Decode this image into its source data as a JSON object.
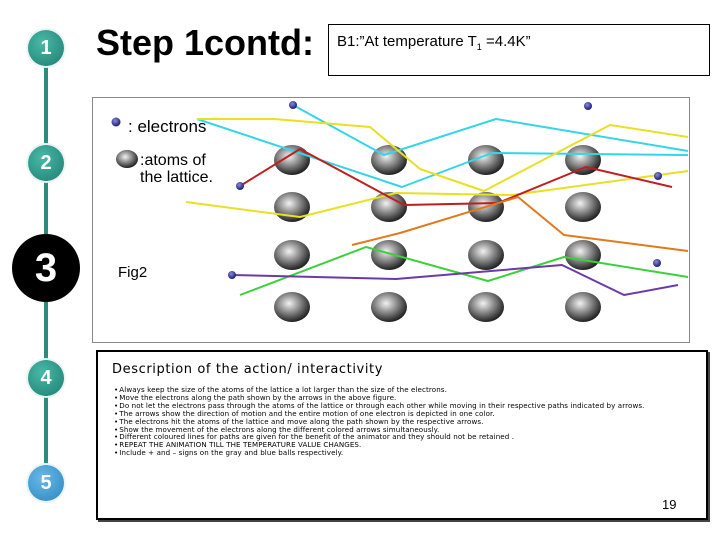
{
  "steps": [
    {
      "label": "1"
    },
    {
      "label": "2"
    },
    {
      "label": "3"
    },
    {
      "label": "4"
    },
    {
      "label": "5"
    }
  ],
  "header": {
    "title": "Step 1contd:",
    "subtitle_pre": "B1:”At temperature T",
    "subtitle_sub": "1",
    "subtitle_post": " =4.4K”"
  },
  "figure": {
    "legend_electrons": ": electrons",
    "legend_atoms": ":atoms of the lattice.",
    "label": "Fig2",
    "arrow_colors": {
      "cyan": "#33d6e8",
      "yellow": "#e8e020",
      "red": "#c21d1d",
      "orange": "#e07a1a",
      "green": "#3ad13a",
      "purple": "#6a3aa8"
    },
    "electron_color": "#3a3aa8"
  },
  "description": {
    "heading": "Description of the action/ interactivity",
    "items": [
      "Always keep the size of the atoms of the lattice a lot larger than the size of the electrons.",
      "Move the electrons along the path shown by the arrows in the above figure.",
      "Do not let the electrons pass through the atoms of the lattice or through each other while moving in their respective paths indicated by arrows.",
      "The arrows show the direction of motion and the entire motion of one electron is depicted in one color.",
      "The electrons hit the atoms of the lattice and move along the path shown by the respective arrows.",
      "Show the movement of the electrons along the different colored arrows simultaneously.",
      "Different coloured lines for paths are given for the benefit of the animator and they should not be retained .",
      "REPEAT THE ANIMATION TILL THE TEMPERATURE VALUE CHANGES.",
      "Include + and – signs on the gray and blue balls respectively."
    ]
  },
  "page_number": "19"
}
